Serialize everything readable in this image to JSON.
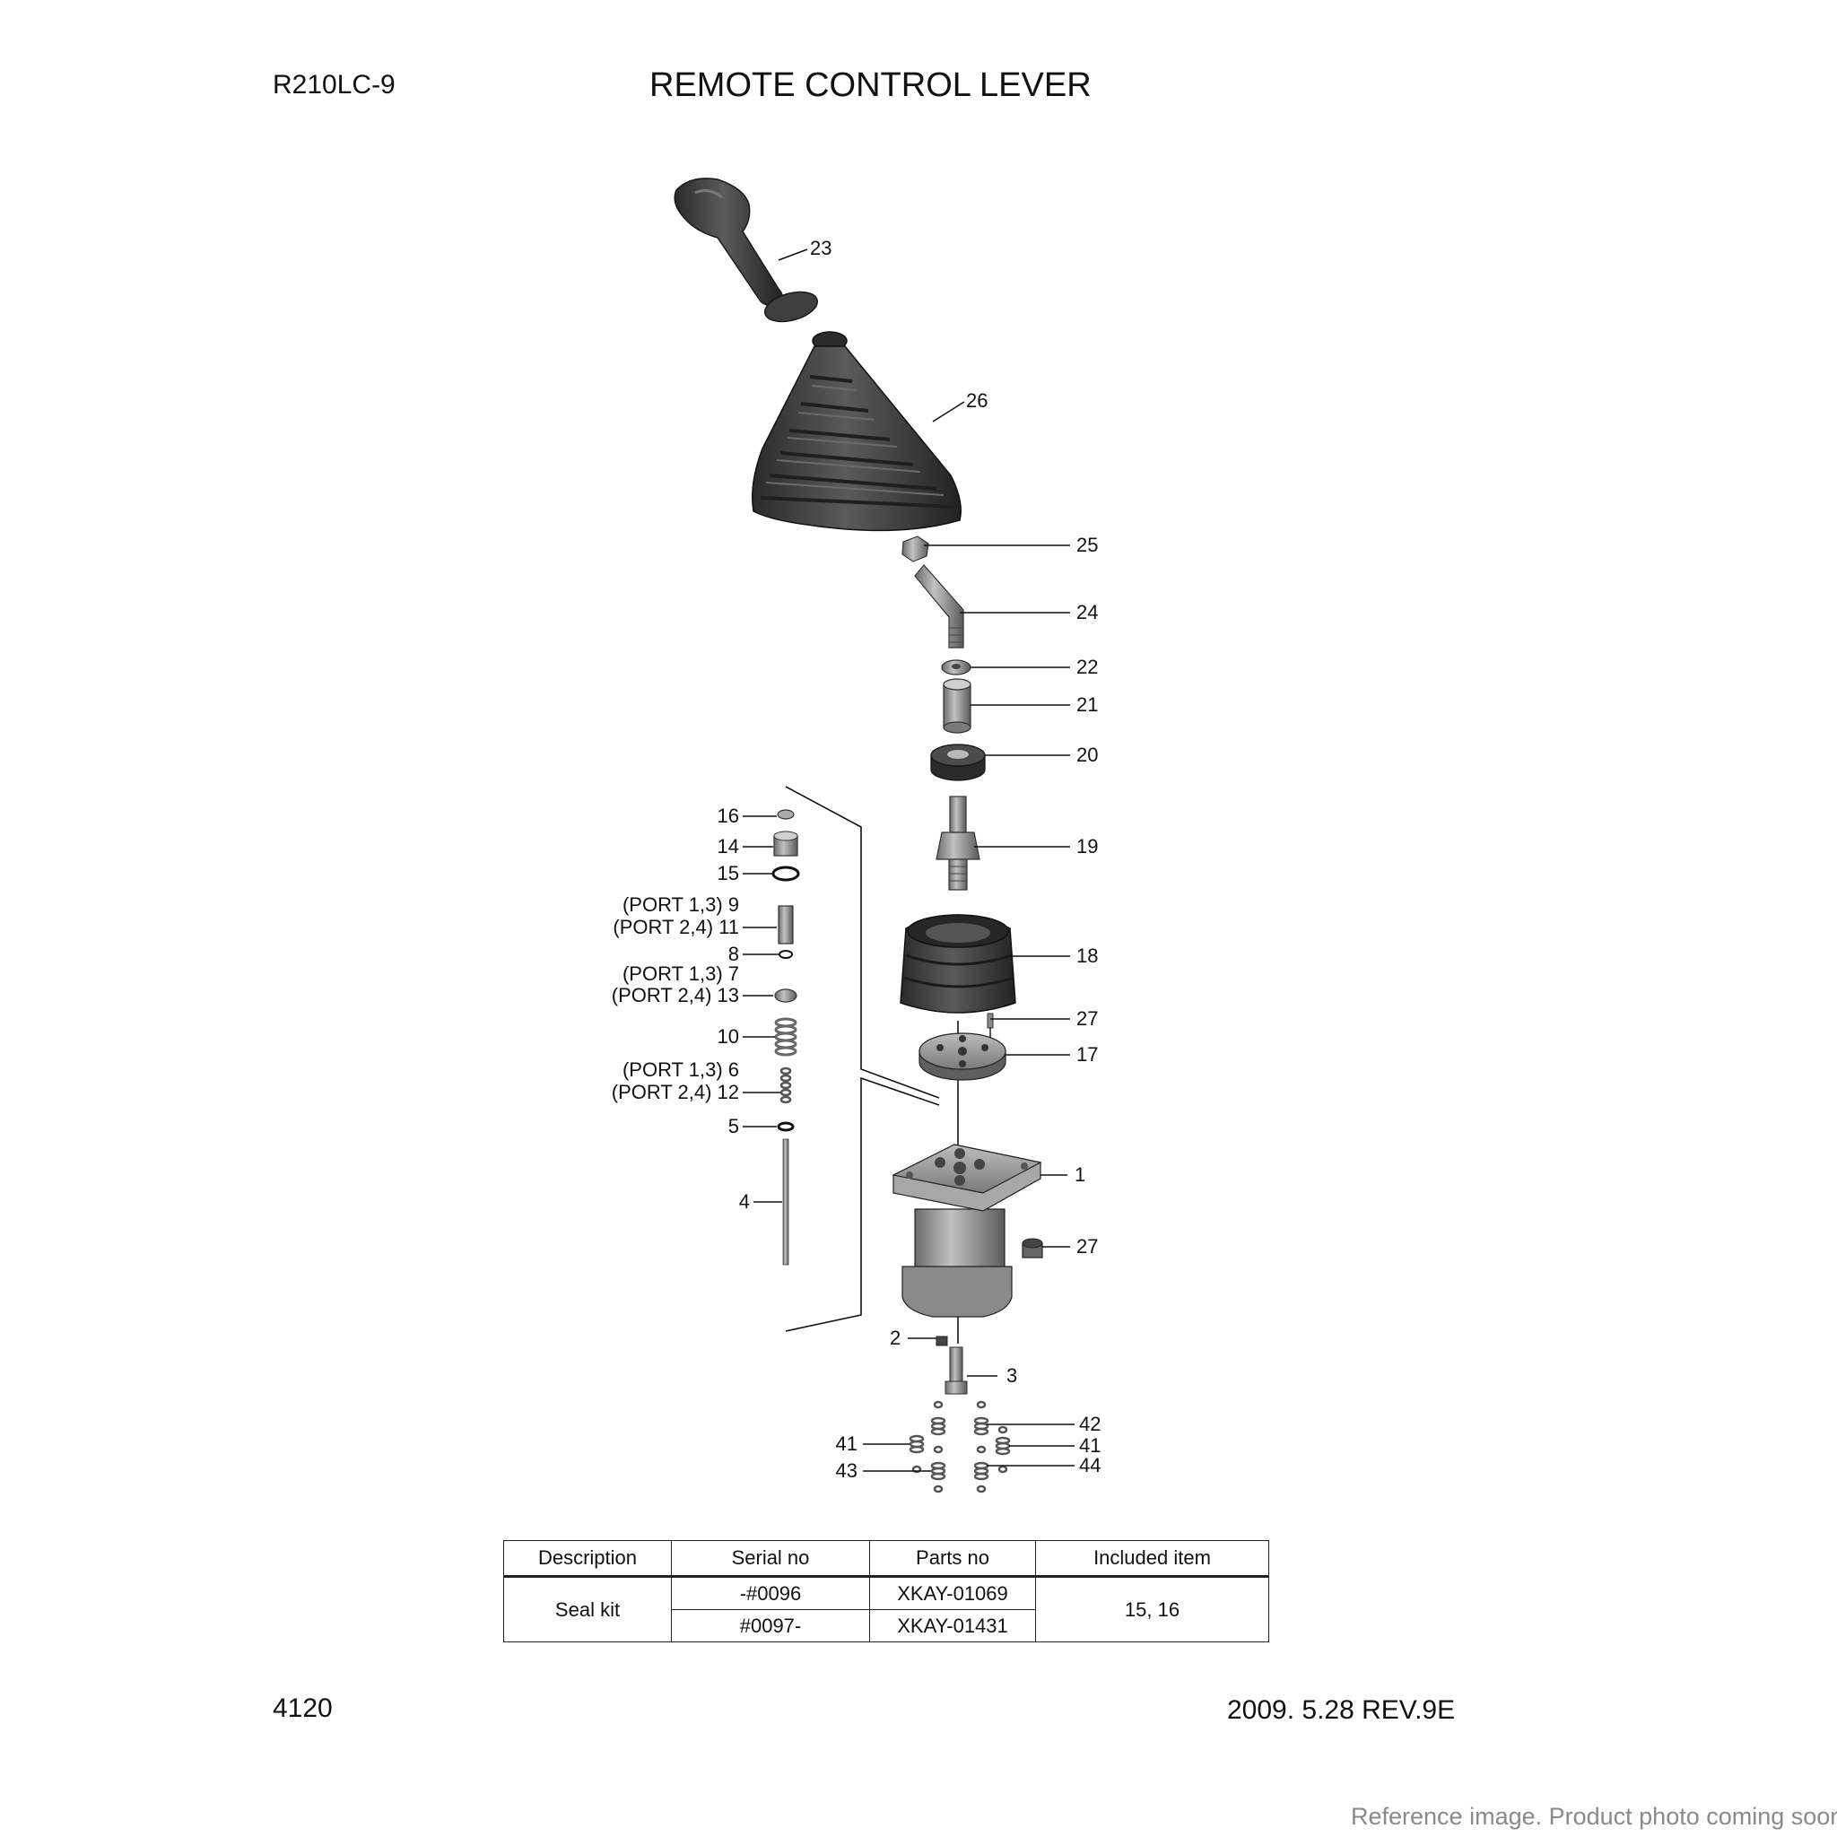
{
  "header": {
    "model": "R210LC-9",
    "title": "REMOTE CONTROL LEVER"
  },
  "footer": {
    "page": "4120",
    "date_rev": "2009. 5.28  REV.9E",
    "note": "Reference image. Product photo coming soon"
  },
  "parts": [
    {
      "id": "p23",
      "label": "23"
    },
    {
      "id": "p26",
      "label": "26"
    },
    {
      "id": "p25",
      "label": "25"
    },
    {
      "id": "p24",
      "label": "24"
    },
    {
      "id": "p22",
      "label": "22"
    },
    {
      "id": "p21",
      "label": "21"
    },
    {
      "id": "p20",
      "label": "20"
    },
    {
      "id": "p19",
      "label": "19"
    },
    {
      "id": "p18",
      "label": "18"
    },
    {
      "id": "p27a",
      "label": "27"
    },
    {
      "id": "p17",
      "label": "17"
    },
    {
      "id": "p1",
      "label": "1"
    },
    {
      "id": "p27b",
      "label": "27"
    },
    {
      "id": "p2",
      "label": "2"
    },
    {
      "id": "p3",
      "label": "3"
    },
    {
      "id": "p42",
      "label": "42"
    },
    {
      "id": "p41r",
      "label": "41"
    },
    {
      "id": "p44",
      "label": "44"
    },
    {
      "id": "p41l",
      "label": "41"
    },
    {
      "id": "p43",
      "label": "43"
    },
    {
      "id": "p16",
      "label": "16"
    },
    {
      "id": "p14",
      "label": "14"
    },
    {
      "id": "p15",
      "label": "15"
    },
    {
      "id": "p9",
      "label": "(PORT 1,3)  9"
    },
    {
      "id": "p11",
      "label": "(PORT 2,4) 11"
    },
    {
      "id": "p8",
      "label": "8"
    },
    {
      "id": "p7",
      "label": "(PORT 1,3)  7"
    },
    {
      "id": "p13",
      "label": "(PORT 2,4) 13"
    },
    {
      "id": "p10",
      "label": "10"
    },
    {
      "id": "p6",
      "label": "(PORT 1,3)  6"
    },
    {
      "id": "p12",
      "label": "(PORT 2,4) 12"
    },
    {
      "id": "p5",
      "label": "5"
    },
    {
      "id": "p4",
      "label": "4"
    }
  ],
  "seal_kit_table": {
    "headers": [
      "Description",
      "Serial no",
      "Parts no",
      "Included item"
    ],
    "description": "Seal kit",
    "rows": [
      {
        "serial": "-#0096",
        "part_no": "XKAY-01069"
      },
      {
        "serial": "#0097-",
        "part_no": "XKAY-01431"
      }
    ],
    "included": "15, 16"
  },
  "colors": {
    "rubber": "#3a3a3a",
    "metal": "#8e8e8e",
    "metal_dark": "#5e5e5e",
    "line": "#111111",
    "footer_note": "#8a8a8a"
  }
}
